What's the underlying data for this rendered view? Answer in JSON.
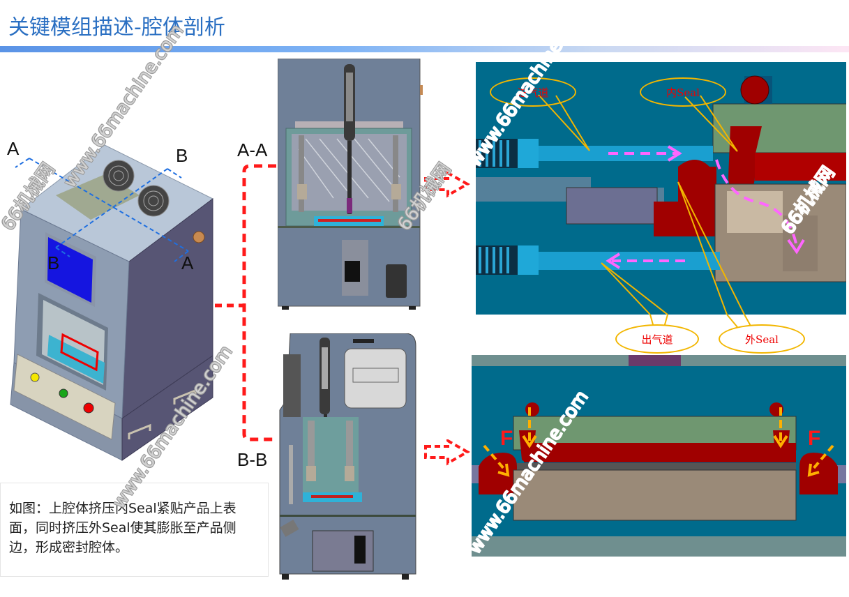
{
  "header": {
    "title": "关键模组描述-腔体剖析"
  },
  "isometric_view": {
    "section_markers": [
      "A",
      "B",
      "B",
      "A"
    ]
  },
  "section_views": {
    "aa_label": "A-A",
    "bb_label": "B-B"
  },
  "detail_top": {
    "callouts": {
      "inlet": "进气道",
      "inner_seal": "内Seal",
      "outlet": "出气道",
      "outer_seal": "外Seal"
    }
  },
  "detail_bottom": {
    "force_left": "F",
    "force_right": "F"
  },
  "description": {
    "text": "如图：上腔体挤压内Seal紧贴产品上表面，同时挤压外Seal使其膨胀至产品侧边，形成密封腔体。"
  },
  "watermarks": {
    "site": "www.66machine.com",
    "brand": "66机械网"
  },
  "colors": {
    "title": "#2a6fc2",
    "section_blue": "#006b8c",
    "seal_red": "#a00000",
    "callout_border": "#f2b600",
    "flow_arrow": "#ff66ff",
    "force_arrow": "#ffb000",
    "dashed_connector": "#ff1a1a"
  }
}
